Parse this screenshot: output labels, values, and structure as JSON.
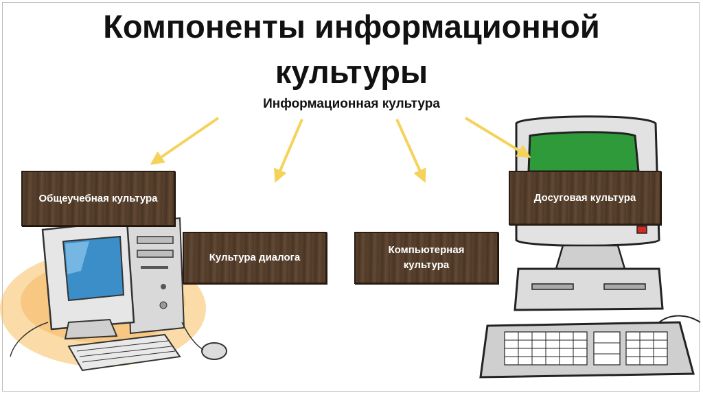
{
  "slide": {
    "title_line1": "Компоненты информационной",
    "title_line2": "культуры"
  },
  "diagram": {
    "root": "Информационная культура",
    "components": [
      "Общеучебная культура",
      "Культура диалога",
      "Компьютерная культура",
      "Досуговая культура"
    ],
    "arrow_color": "#f5d35a",
    "box_color": "#4e3826"
  },
  "illustrations": [
    "computer-illustration-left",
    "computer-illustration-right"
  ]
}
